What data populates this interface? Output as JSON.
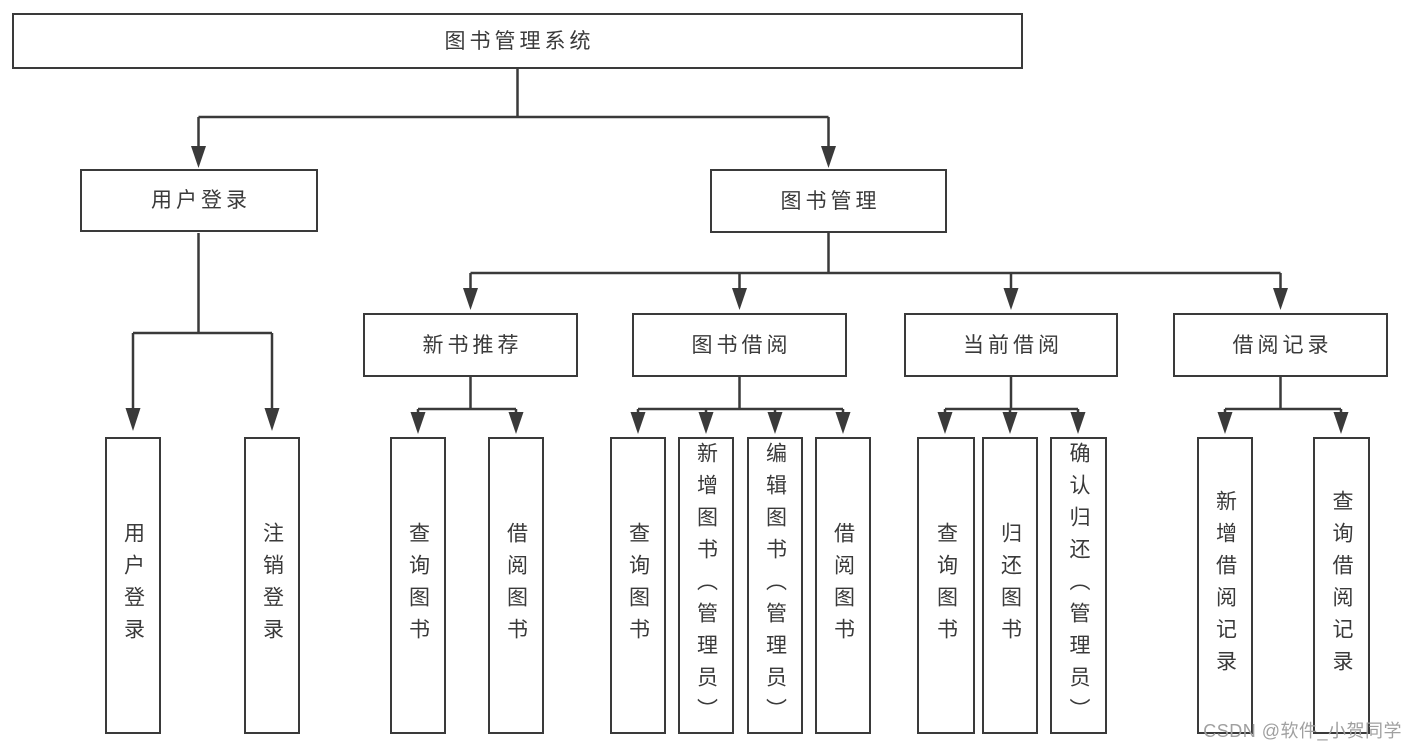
{
  "diagram": {
    "root": {
      "label": "图书管理系统"
    },
    "branches": [
      {
        "label": "用户登录",
        "children": [
          {
            "label": "用户登录"
          },
          {
            "label": "注销登录"
          }
        ]
      },
      {
        "label": "图书管理",
        "sections": [
          {
            "label": "新书推荐",
            "children": [
              {
                "label": "查询图书"
              },
              {
                "label": "借阅图书"
              }
            ]
          },
          {
            "label": "图书借阅",
            "children": [
              {
                "label": "查询图书"
              },
              {
                "label": "新增图书（管理员）"
              },
              {
                "label": "编辑图书（管理员）"
              },
              {
                "label": "借阅图书"
              }
            ]
          },
          {
            "label": "当前借阅",
            "children": [
              {
                "label": "查询图书"
              },
              {
                "label": "归还图书"
              },
              {
                "label": "确认归还（管理员）"
              }
            ]
          },
          {
            "label": "借阅记录",
            "children": [
              {
                "label": "新增借阅记录"
              },
              {
                "label": "查询借阅记录"
              }
            ]
          }
        ]
      }
    ]
  },
  "watermark": "CSDN @软件_小贺同学",
  "colors": {
    "line": "#3a3a3a",
    "text": "#3a3a3a",
    "watermark": "#a0a0a0",
    "background": "#ffffff"
  }
}
